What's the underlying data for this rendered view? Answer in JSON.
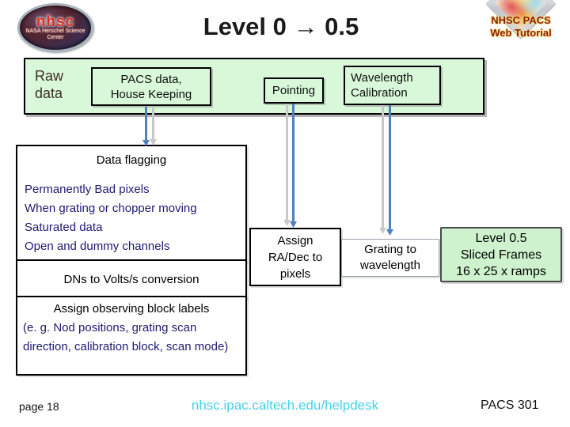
{
  "slide": {
    "title": "Level 0 → 0.5",
    "logos": {
      "nhsc": {
        "word": "nhsc",
        "sub1": "NASA Herschel Science",
        "sub2": "Center"
      },
      "tutorial": {
        "line1": "NHSC PACS",
        "line2": "Web Tutorial"
      }
    },
    "banner": {
      "raw_line1": "Raw",
      "raw_line2": "data",
      "pacs_line1": "PACS data,",
      "pacs_line2": "House Keeping",
      "pointing": "Pointing",
      "wave_line1": "Wavelength",
      "wave_line2": "Calibration"
    },
    "flagging": {
      "title": "Data flagging",
      "items": [
        "Permanently Bad pixels",
        "When grating or chopper moving",
        "Saturated data",
        "Open and dummy channels"
      ]
    },
    "dns_label": "DNs to Volts/s conversion",
    "obs_block": {
      "line1": "Assign observing block labels",
      "rest": "(e. g. Nod positions, grating scan direction,  calibration block, scan mode)"
    },
    "radec": {
      "line1": "Assign",
      "line2": "RA/Dec to",
      "line3": "pixels"
    },
    "grating": {
      "line1": "Grating to",
      "line2": "wavelength"
    },
    "level": {
      "line1": "Level 0.5",
      "line2": "Sliced Frames",
      "line3": "16 x 25 x ramps"
    },
    "footer": {
      "page": "page 18",
      "link": "nhsc.ipac.caltech.edu/helpdesk",
      "course": "PACS 301"
    }
  },
  "colors": {
    "banner_green": "#d9f8d9",
    "level_green": "#cdf2cd",
    "arrow_blue": "#4f81bd",
    "arrow_gray": "#c8c8c8",
    "navy_text": "#1f1a70",
    "raw_text": "#3d2e28",
    "link_cyan": "#45d1e8"
  }
}
